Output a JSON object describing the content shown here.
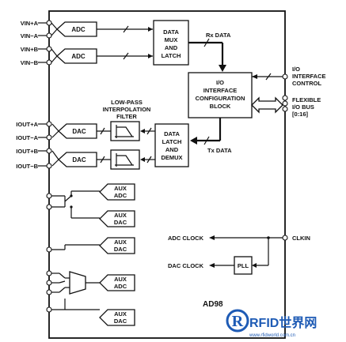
{
  "pins_left": [
    "VIN+A",
    "VIN−A",
    "VIN+B",
    "VIN−B",
    "IOUT+A",
    "IOUT−A",
    "IOUT+B",
    "IOUT−B"
  ],
  "pins_right": {
    "io_control": [
      "I/O",
      "INTERFACE",
      "CONTROL"
    ],
    "flexible_bus": [
      "FLEXIBLE",
      "I/O BUS",
      "[0:16]"
    ],
    "clkin": "CLKIN"
  },
  "blocks": {
    "adc": "ADC",
    "dac": "DAC",
    "data_mux_latch": [
      "DATA",
      "MUX",
      "AND",
      "LATCH"
    ],
    "data_latch_demux": [
      "DATA",
      "LATCH",
      "AND",
      "DEMUX"
    ],
    "io_config": [
      "I/O",
      "INTERFACE",
      "CONFIGURATION",
      "BLOCK"
    ],
    "lpf_title": [
      "LOW-PASS",
      "INTERPOLATION",
      "FILTER"
    ],
    "pll": "PLL",
    "aux_adc": [
      "AUX",
      "ADC"
    ],
    "aux_dac": [
      "AUX",
      "DAC"
    ]
  },
  "signals": {
    "rx_data": "Rx DATA",
    "tx_data": "Tx DATA",
    "adc_clock": "ADC CLOCK",
    "dac_clock": "DAC CLOCK"
  },
  "chip_label": "AD98",
  "watermark": {
    "text": "RFID世界网",
    "url": "www.rfidworld.com.cn"
  }
}
